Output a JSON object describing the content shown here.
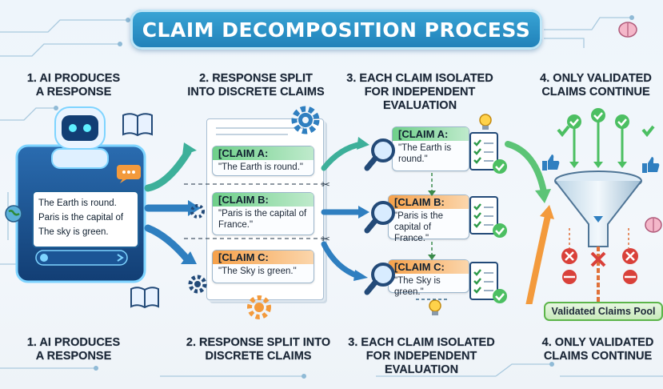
{
  "title": "CLAIM DECOMPOSITION PROCESS",
  "steps_top": [
    {
      "label": "1. AI PRODUCES\nA RESPONSE"
    },
    {
      "label": "2. RESPONSE SPLIT\nINTO DISCRETE CLAIMS"
    },
    {
      "label": "3. EACH CLAIM ISOLATED\nFOR INDEPENDENT\nEVALUATION"
    },
    {
      "label": "4. ONLY VALIDATED\nCLAIMS CONTINUE"
    }
  ],
  "steps_bottom": [
    {
      "label": "1. AI PRODUCES\nA RESPONSE"
    },
    {
      "label": "2. RESPONSE SPLIT INTO\nDISCRETE CLAIMS"
    },
    {
      "label": "3. EACH CLAIM ISOLATED\nFOR INDEPENDENT\nEVALUATION"
    },
    {
      "label": "4. ONLY VALIDATED\nCLAIMS CONTINUE"
    }
  ],
  "ai_response": {
    "line1": "The Earth is round.",
    "line2": "Paris is the capital of",
    "line3": "The sky is green."
  },
  "split_claims": [
    {
      "tag": "[CLAIM A:",
      "text": "\"The Earth is round.\""
    },
    {
      "tag": "[CLAIM B:",
      "text": "\"Paris is the capital of France.\""
    },
    {
      "tag": "[CLAIM C:",
      "text": "\"The Sky is green.\""
    }
  ],
  "isolated_claims": [
    {
      "tag": "[CLAIM A:",
      "text": "\"The Earth is round.\""
    },
    {
      "tag": "[CLAIM B:",
      "text": "\"Paris is the capital of France.\""
    },
    {
      "tag": "[CLAIM C:",
      "text": "\"The Sky is green.\""
    }
  ],
  "pool_label": "Validated Claims Pool",
  "colors": {
    "title_bg": "#2b93c8",
    "green": "#5cc476",
    "orange": "#f39a3c",
    "blue_arrow": "#2f7fc0",
    "red": "#d9413a"
  }
}
